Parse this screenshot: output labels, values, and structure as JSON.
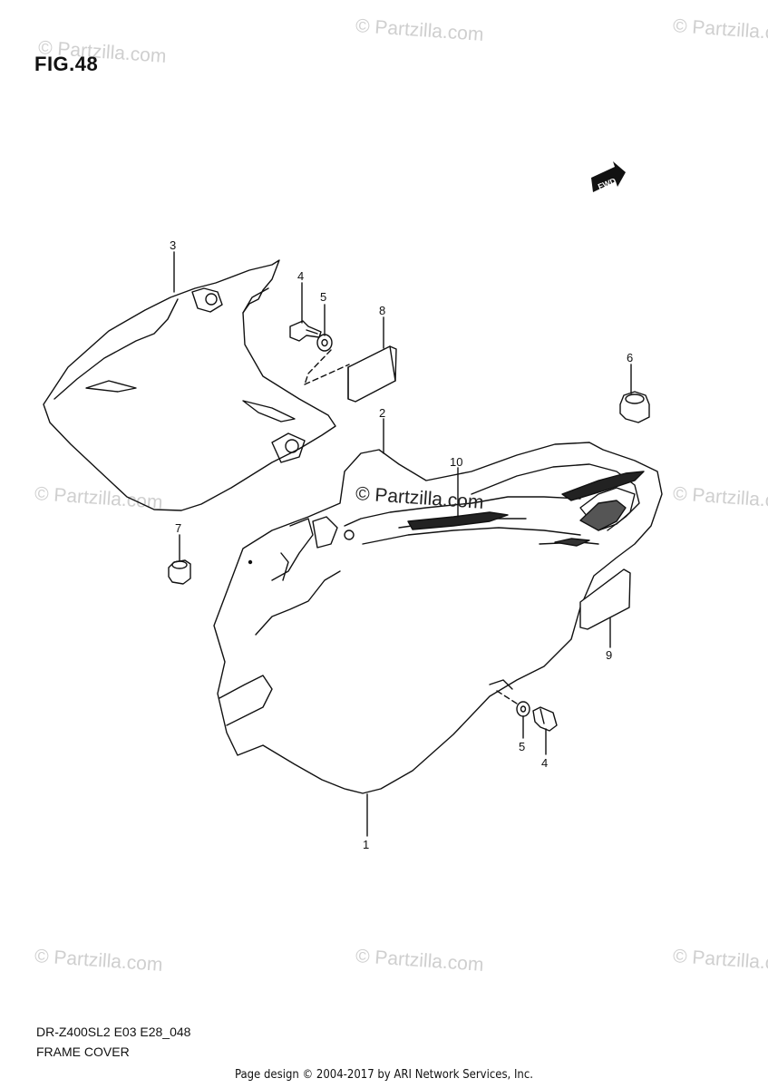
{
  "figure": {
    "title": "FIG.48"
  },
  "watermarks": {
    "text": "© Partzilla.com",
    "center_text": "© Partzilla.com"
  },
  "fwd_badge": {
    "text": "FWD"
  },
  "callouts": [
    "1",
    "2",
    "3",
    "4",
    "4",
    "5",
    "5",
    "6",
    "7",
    "8",
    "9",
    "10"
  ],
  "model_code": "DR-Z400SL2 E03 E28_048",
  "caption": "FRAME COVER",
  "footer": "Page design © 2004-2017 by ARI Network Services, Inc."
}
